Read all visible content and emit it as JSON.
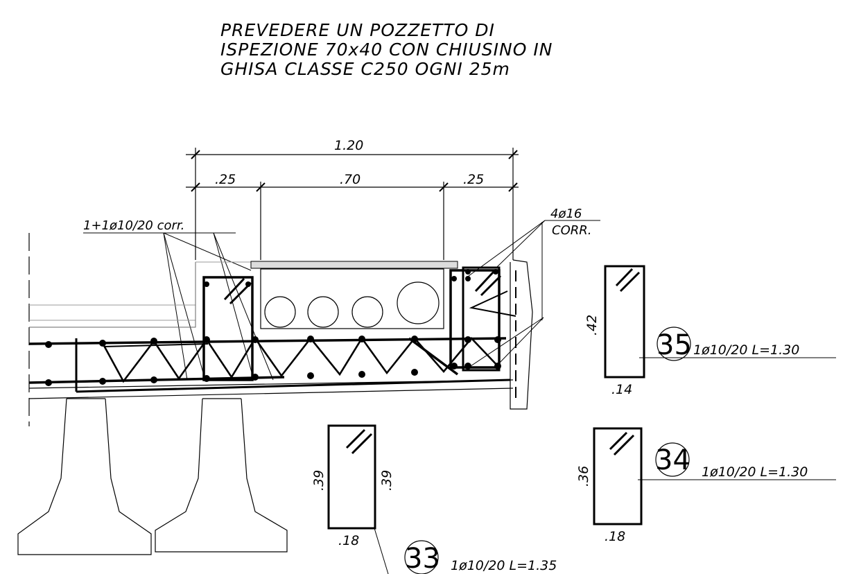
{
  "note": {
    "line1": "PREVEDERE UN POZZETTO DI",
    "line2": "ISPEZIONE 70x40 CON CHIUSINO   IN",
    "line3": "GHISA CLASSE C250 OGNI 25m"
  },
  "dimensions": {
    "total": "1.20",
    "left": ".25",
    "middle": ".70",
    "right": ".25"
  },
  "labels": {
    "rebar_transverse": "1+1ø10/20 corr.",
    "rebar_long_top": "4ø16",
    "rebar_long_bottom": "CORR."
  },
  "bar_schedule": [
    {
      "mark": "35",
      "spec": "1ø10/20 L=1.30",
      "height": ".42",
      "width": ".14"
    },
    {
      "mark": "34",
      "spec": "1ø10/20 L=1.30",
      "height": ".36",
      "width": ".18"
    },
    {
      "mark": "33",
      "spec": "1ø10/20 L=1.35",
      "height_left": ".39",
      "height_right": ".39",
      "width": ".18"
    }
  ]
}
